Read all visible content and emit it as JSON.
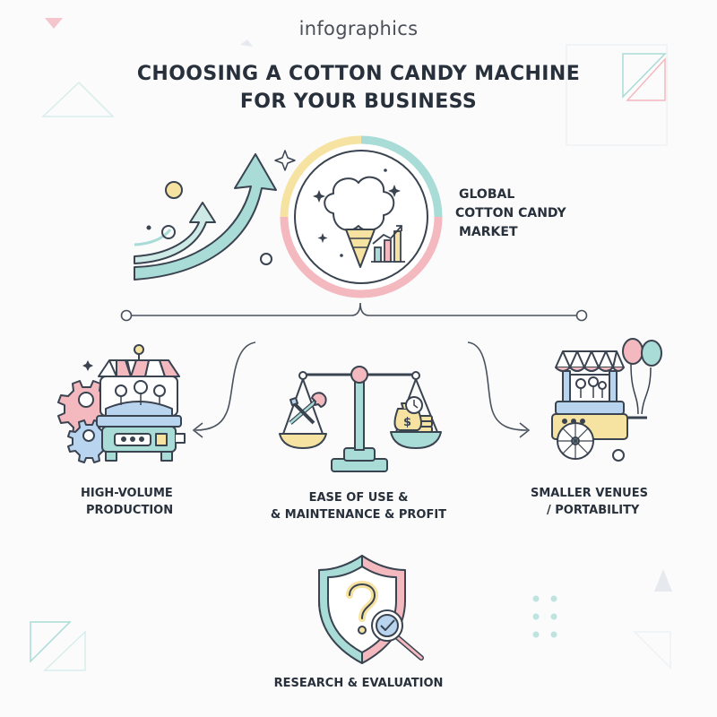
{
  "header": {
    "top_label": "infographics",
    "title_line1": "CHOOSING A COTTON CANDY MACHINE",
    "title_line2": "FOR YOUR BUSINESS"
  },
  "market": {
    "line1": "GLOBAL",
    "line2": "COTTON CANDY",
    "line3": "MARKET"
  },
  "branches": {
    "left": {
      "line1": "HIGH-VOLUME",
      "line2": "PRODUCTION"
    },
    "middle": {
      "line1": "EASE OF USE &",
      "line2": "& MAINTENANCE & PROFIT"
    },
    "right": {
      "line1": "SMALLER VENUES",
      "line2": "/ PORTABILITY"
    },
    "bottom": {
      "line1": "RESEARCH & EVALUATION"
    }
  },
  "colors": {
    "teal": "#a9dcd6",
    "pink": "#f4b8bf",
    "yellow": "#f7e3a1",
    "blue": "#b9d4ee",
    "outline": "#3a4350"
  }
}
